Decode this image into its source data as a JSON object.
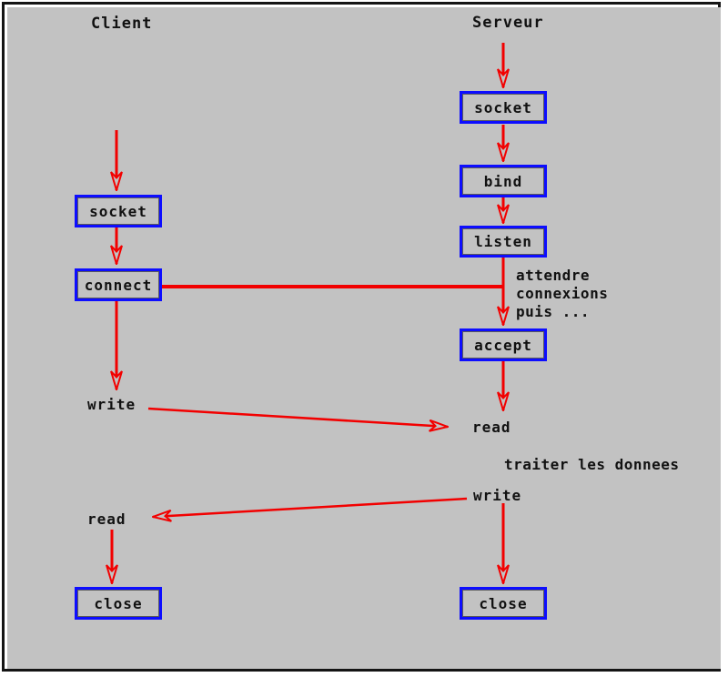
{
  "titles": {
    "client": "Client",
    "server": "Serveur"
  },
  "client": {
    "socket": "socket",
    "connect": "connect",
    "write": "write",
    "read": "read",
    "close": "close"
  },
  "server": {
    "socket": "socket",
    "bind": "bind",
    "listen": "listen",
    "accept": "accept",
    "read": "read",
    "write": "write",
    "close": "close"
  },
  "annotations": {
    "wait_line1": "attendre",
    "wait_line2": "connexions",
    "wait_line3": "puis ...",
    "process": "traiter les donnees"
  },
  "colors": {
    "background": "#c2c2c2",
    "box_border": "#0d0dff",
    "arrow": "#f20000",
    "text": "#111111",
    "frame": "#141414"
  }
}
